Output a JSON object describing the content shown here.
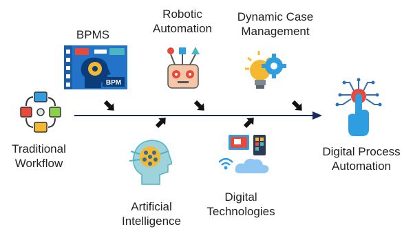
{
  "labels": {
    "traditional_workflow": [
      "Traditional",
      "Workflow"
    ],
    "bpms": "BPMS",
    "robotic_automation": [
      "Robotic",
      "Automation"
    ],
    "dynamic_case_management": [
      "Dynamic Case",
      "Management"
    ],
    "artificial_intelligence": [
      "Artificial",
      "Intelligence"
    ],
    "digital_technologies": [
      "Digital",
      "Technologies"
    ],
    "digital_process_automation": [
      "Digital Process",
      "Automation"
    ]
  },
  "bpm_badge": "BPM",
  "icons": {
    "traditional_workflow": "workflow-cycle-icon",
    "bpms": "bpm-head-gear-icon",
    "robotic_automation": "robot-icon",
    "dynamic_case_management": "lightbulb-gear-icon",
    "artificial_intelligence": "ai-head-icon",
    "digital_technologies": "devices-cloud-icon",
    "digital_process_automation": "touch-circuit-icon"
  },
  "colors": {
    "timeline": "#1a2a5e",
    "arrow": "#111111",
    "accent_red": "#e8493b",
    "accent_blue": "#2f9ee0",
    "accent_yellow": "#f5b82e",
    "accent_teal": "#4bb5c1"
  }
}
